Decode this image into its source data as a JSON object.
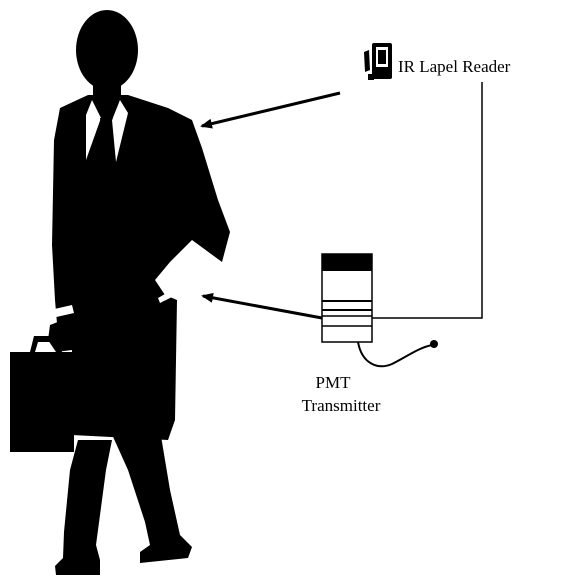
{
  "labels": {
    "reader": "IR Lapel Reader",
    "transmitter_line1": "PMT",
    "transmitter_line2": "Transmitter"
  },
  "icons": {
    "person": "businessman-silhouette-icon",
    "reader": "ir-lapel-reader-icon",
    "transmitter": "pmt-transmitter-icon",
    "cable": "cable-icon"
  },
  "colors": {
    "ink": "#000000",
    "background": "#ffffff"
  }
}
